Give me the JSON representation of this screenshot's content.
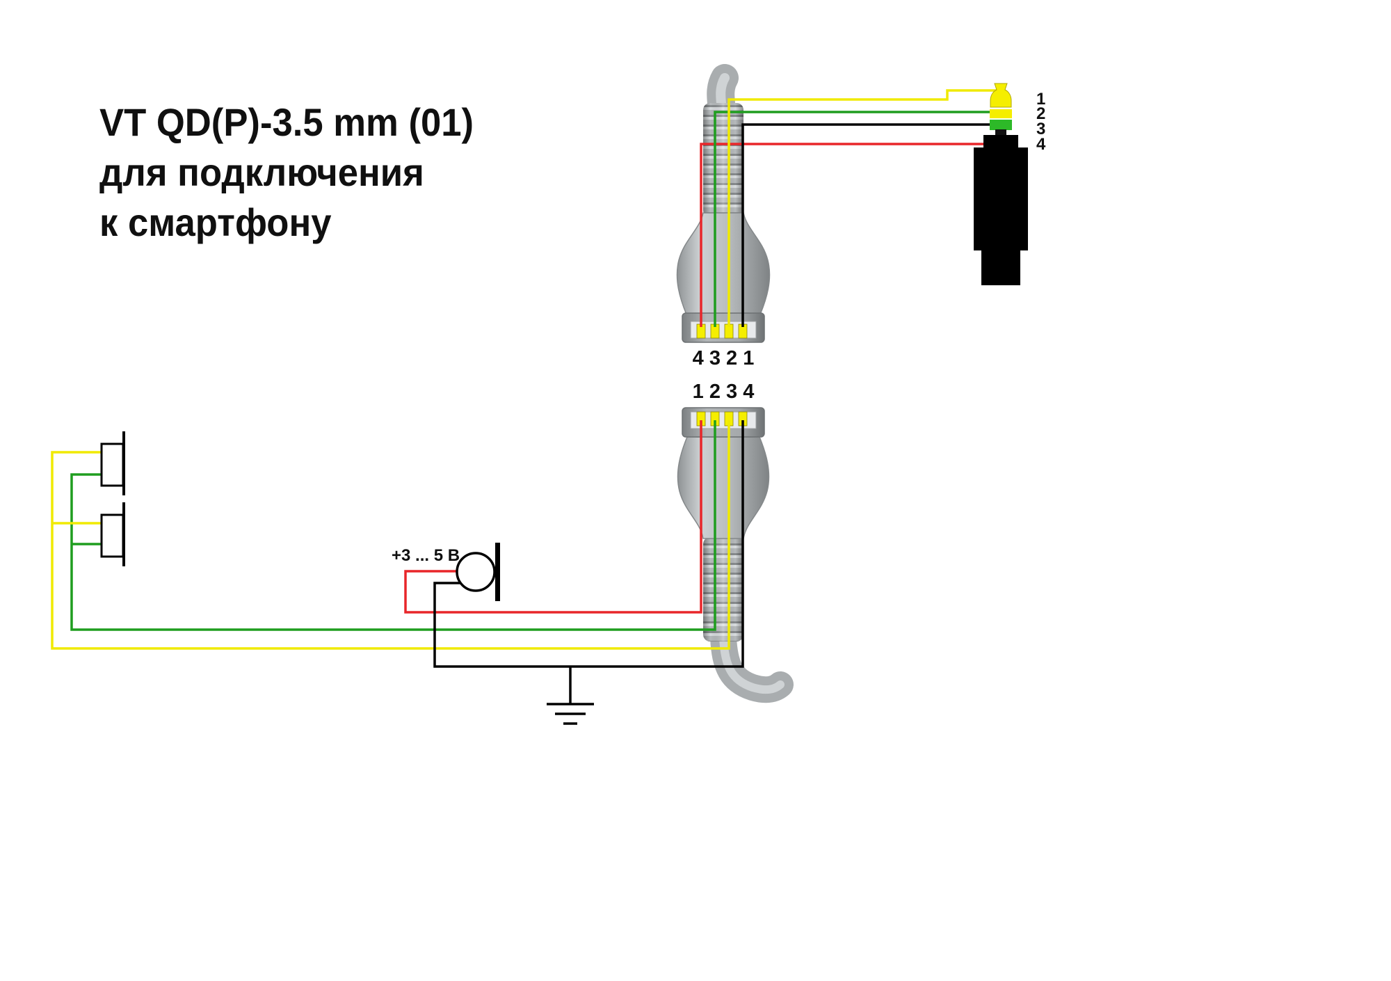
{
  "title": {
    "line1": "VT QD(P)-3.5 mm (01)",
    "line2": "для подключения",
    "line3": "к смартфону"
  },
  "connectors": {
    "top_pin_labels": "4 3 2 1",
    "bottom_pin_labels": "1 2 3 4"
  },
  "jack": {
    "pin_labels": [
      "1",
      "2",
      "3",
      "4"
    ]
  },
  "mic": {
    "voltage_label": "+3 ... 5 В"
  },
  "colors": {
    "wire_yellow": "#f0ea00",
    "wire_green": "#1f9d1f",
    "wire_red": "#e8262a",
    "wire_black": "#000000",
    "contact_yellow": "#f5ee00",
    "jack_band_green": "#2db928"
  }
}
